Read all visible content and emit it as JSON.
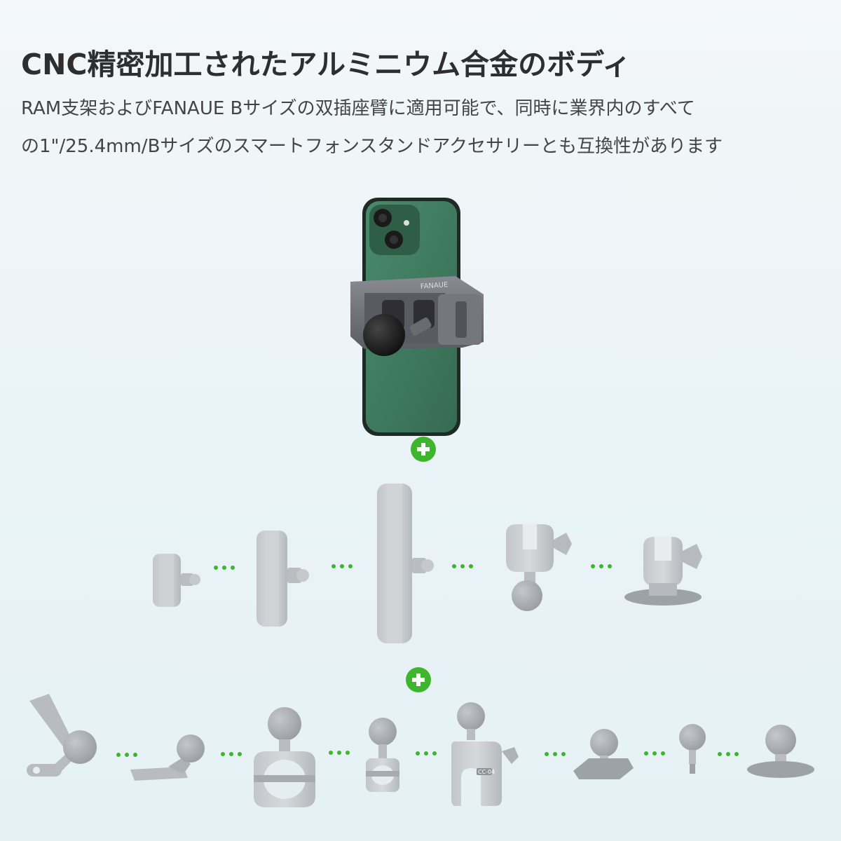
{
  "header": {
    "title": "CNC精密加工されたアルミニウム合金のボディ",
    "description_line1": "RAM支架およびFANAUE Bサイズの双插座臂に適用可能で、同時に業界内のすべて",
    "description_line2": "の1\"/25.4mm/Bサイズのスマートフォンスタンドアクセサリーとも互換性があります"
  },
  "product": {
    "device": "phone-with-clamp-mount",
    "brand_marking": "FANAUE",
    "phone_color": "#3f7a5e",
    "metal_color": "#6c6c74"
  },
  "accessory_rows": [
    {
      "name": "arm-row",
      "items": [
        "short-double-socket-arm",
        "medium-double-socket-arm",
        "long-double-socket-arm",
        "ball-socket-adapter",
        "ball-socket-base"
      ]
    },
    {
      "name": "base-row",
      "items": [
        "mirror-mount-ball",
        "bracket-ball-mount",
        "handlebar-clamp-ball",
        "small-bar-clamp-ball",
        "claw-clamp-ball",
        "diamond-plate-ball",
        "screw-ball-stud",
        "round-base-ball"
      ]
    }
  ],
  "colors": {
    "accent_green": "#3db52c",
    "accessory_gray": "#c9cdd1",
    "accessory_dark_gray": "#9da2a7"
  },
  "clamp_label": "CC-04"
}
